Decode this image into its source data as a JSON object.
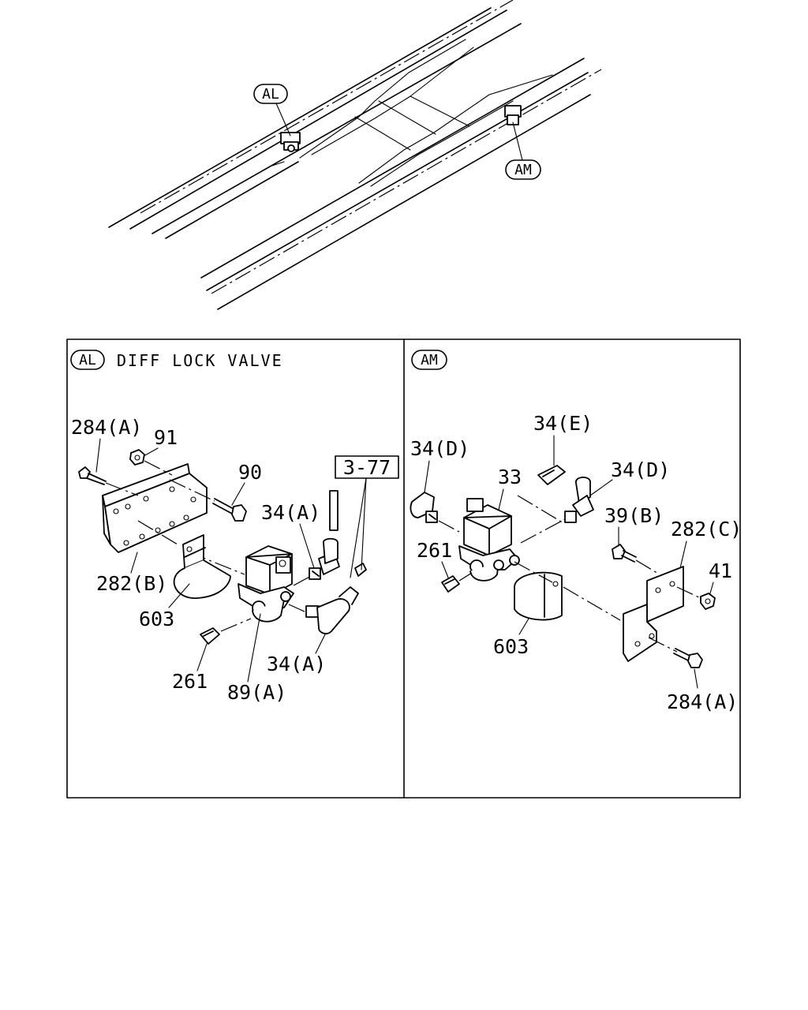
{
  "overview": {
    "callout_al": "AL",
    "callout_am": "AM"
  },
  "panel_al": {
    "badge": "AL",
    "title": "DIFF LOCK VALVE",
    "ref_box": "3-77",
    "labels": {
      "p284a": "284(A)",
      "p91": "91",
      "p90": "90",
      "p34a_upper": "34(A)",
      "p282b": "282(B)",
      "p603": "603",
      "p261": "261",
      "p89a": "89(A)",
      "p34a_lower": "34(A)"
    }
  },
  "panel_am": {
    "badge": "AM",
    "labels": {
      "p34e": "34(E)",
      "p34d_left": "34(D)",
      "p33": "33",
      "p34d_right": "34(D)",
      "p39b": "39(B)",
      "p282c": "282(C)",
      "p261": "261",
      "p41": "41",
      "p603": "603",
      "p284a": "284(A)"
    }
  }
}
